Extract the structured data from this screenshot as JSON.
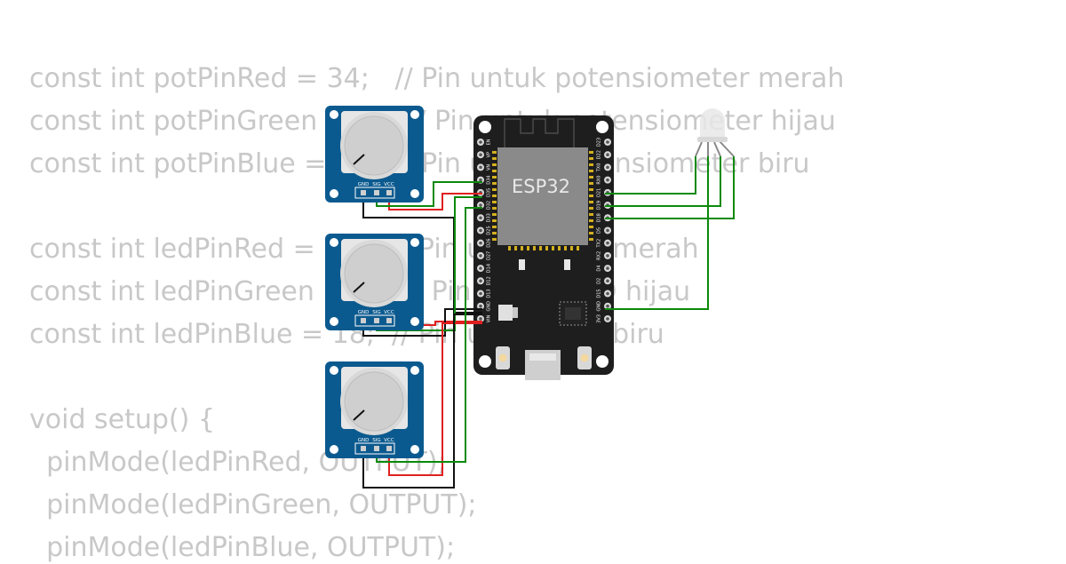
{
  "code_lines": [
    "const int potPinRed = 34;   // Pin untuk potensiometer merah",
    "const int potPinGreen = 35; // Pin untuk potensiometer hijau",
    "const int potPinBlue = 32;  // Pin untuk potensiometer biru",
    "",
    "const int ledPinRed = 21;   // Pin untuk LED merah",
    "const int ledPinGreen = 19; // Pin untuk LED hijau",
    "const int ledPinBlue = 18;  // Pin untuk LED biru",
    "",
    "void setup() {",
    "  pinMode(ledPinRed, OUTPUT);",
    "  pinMode(ledPinGreen, OUTPUT);",
    "  pinMode(ledPinBlue, OUTPUT);"
  ],
  "esp32": {
    "chip_label": "ESP32",
    "left_pins": [
      "EN",
      "VP",
      "VN",
      "D34",
      "D35",
      "D32",
      "D33",
      "D25",
      "D26",
      "D27",
      "D14",
      "D12",
      "D13",
      "GND",
      "VIN"
    ],
    "right_pins": [
      "D23",
      "D22",
      "TX0",
      "RX0",
      "D21",
      "D19",
      "D18",
      "D5",
      "TX2",
      "RX2",
      "D4",
      "D2",
      "D15",
      "GND",
      "3V3"
    ]
  },
  "potentiometers": [
    {
      "pins": [
        "GND",
        "SIG",
        "VCC"
      ]
    },
    {
      "pins": [
        "GND",
        "SIG",
        "VCC"
      ]
    },
    {
      "pins": [
        "GND",
        "SIG",
        "VCC"
      ]
    }
  ],
  "colors": {
    "code_text": "#c8c8c8",
    "board": "#1e1e1e",
    "pot_board": "#0b5a8f",
    "wire_green": "#0a8a0a",
    "wire_red": "#e02020",
    "wire_black": "#111111"
  }
}
